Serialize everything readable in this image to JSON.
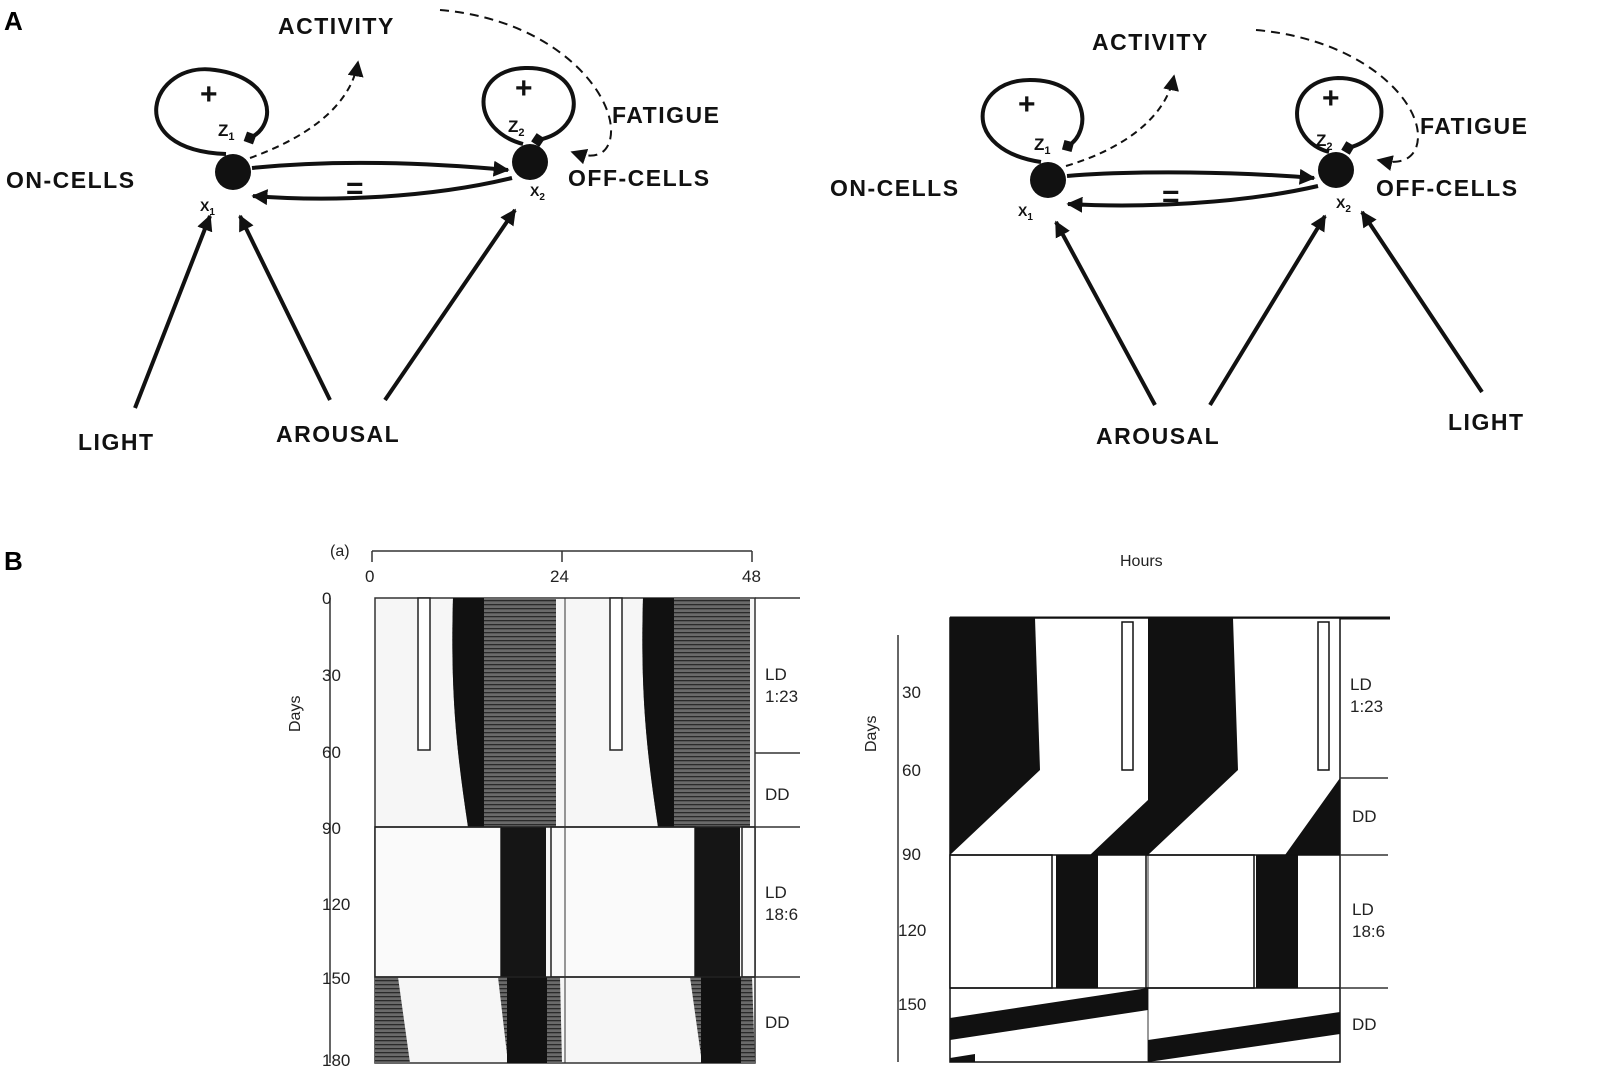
{
  "panels": {
    "a": "A",
    "b": "B"
  },
  "diagram_left": {
    "activity": "ACTIVITY",
    "fatigue": "FATIGUE",
    "on_cells": "ON-CELLS",
    "off_cells": "OFF-CELLS",
    "light": "LIGHT",
    "arousal": "AROUSAL",
    "plus": "+",
    "minus": "=",
    "z1": "Z",
    "z1_sub": "1",
    "z2": "Z",
    "z2_sub": "2",
    "x1": "X",
    "x1_sub": "1",
    "x2": "X",
    "x2_sub": "2"
  },
  "diagram_right": {
    "activity": "ACTIVITY",
    "fatigue": "FATIGUE",
    "on_cells": "ON-CELLS",
    "off_cells": "OFF-CELLS",
    "light": "LIGHT",
    "arousal": "AROUSAL",
    "plus": "+",
    "minus": "=",
    "z1": "Z",
    "z1_sub": "1",
    "z2": "Z",
    "z2_sub": "2",
    "x1": "X",
    "x1_sub": "1",
    "x2": "X",
    "x2_sub": "2"
  },
  "actogram_left": {
    "tag": "(a)",
    "ylabel": "Days",
    "x_ticks": [
      "0",
      "24",
      "48"
    ],
    "y_ticks": [
      "0",
      "30",
      "60",
      "90",
      "120",
      "150",
      "180"
    ],
    "conditions": [
      {
        "line1": "LD",
        "line2": "1:23"
      },
      {
        "line1": "DD",
        "line2": ""
      },
      {
        "line1": "LD",
        "line2": "18:6"
      },
      {
        "line1": "DD",
        "line2": ""
      }
    ]
  },
  "actogram_right": {
    "xlabel": "Hours",
    "ylabel": "Days",
    "y_ticks": [
      "30",
      "60",
      "90",
      "120",
      "150"
    ],
    "conditions": [
      {
        "line1": "LD",
        "line2": "1:23"
      },
      {
        "line1": "DD",
        "line2": ""
      },
      {
        "line1": "LD",
        "line2": "18:6"
      },
      {
        "line1": "DD",
        "line2": ""
      }
    ]
  }
}
